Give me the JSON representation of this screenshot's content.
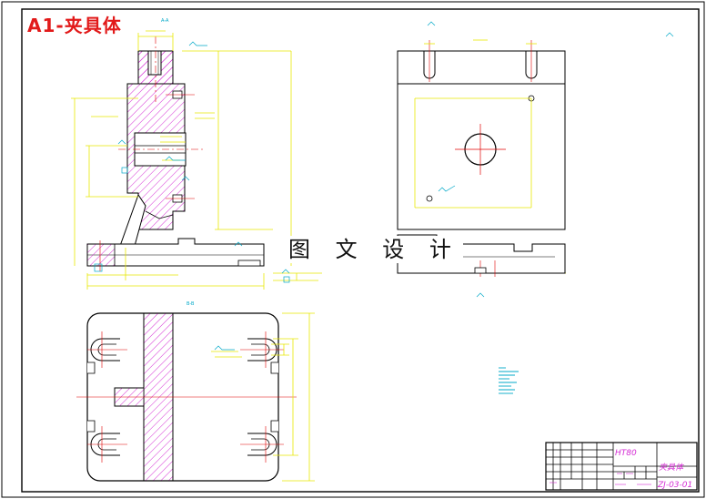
{
  "sheet": {
    "title": "A1-夹具体",
    "watermark": "图 文 设 计"
  },
  "title_block": {
    "material": "HT80",
    "part_name": "夹具体",
    "drawing_code": "ZJ-03-01"
  },
  "colors": {
    "background": "#ffffff",
    "frame": "#000000",
    "outline": "#ffffff-on-black",
    "dimension": "#e8e800",
    "centerline": "#e00000",
    "hatch": "#d42bd4",
    "annotation": "#00a8c8",
    "title_text": "#e21a1a"
  }
}
